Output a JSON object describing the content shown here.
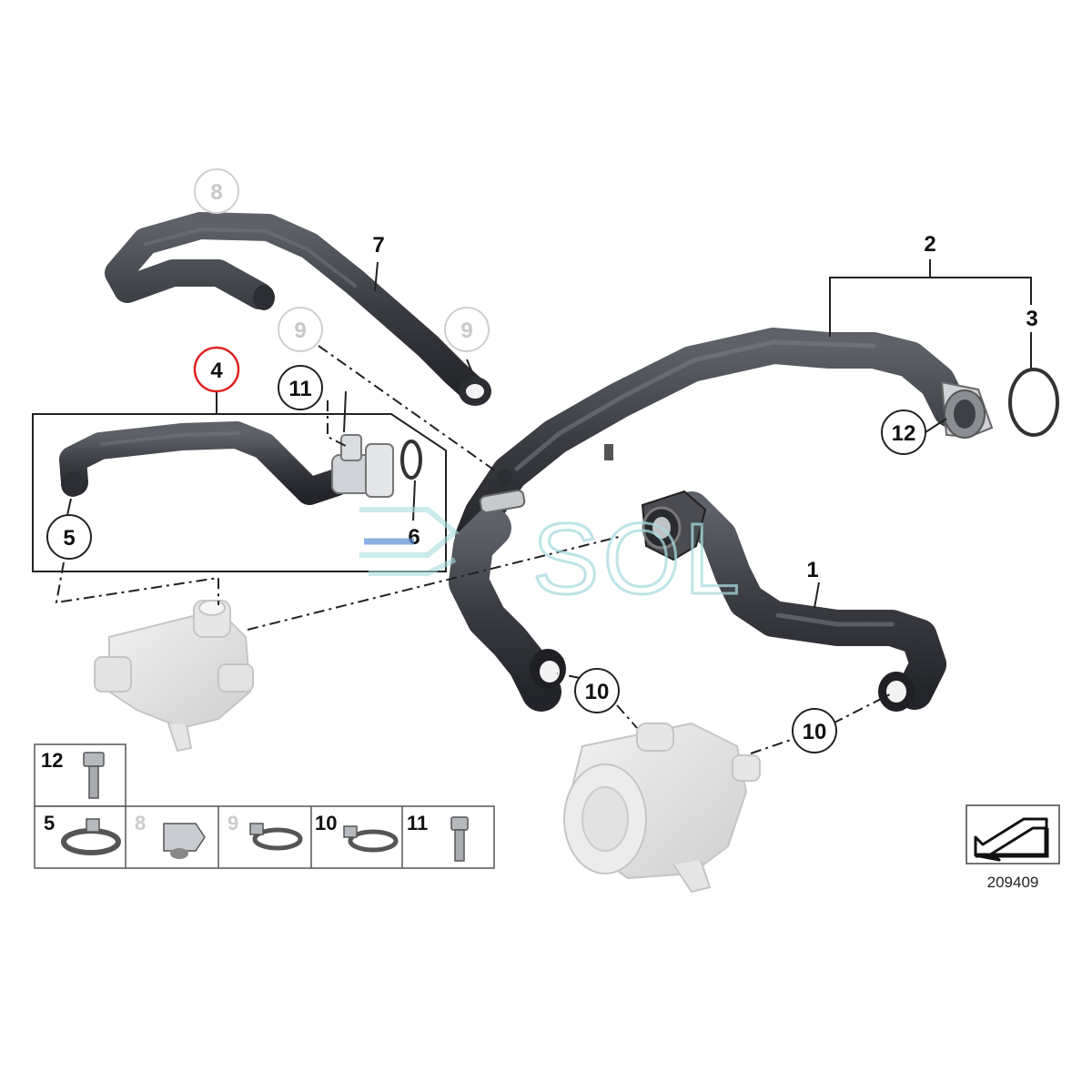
{
  "diagram": {
    "document_id": "209409",
    "watermark": "SOL",
    "colors": {
      "hose": "#3c3e44",
      "hose_highlight": "#6b6e76",
      "callout_highlight": "#e02020",
      "faded": "#c8c8c8",
      "ghost_part": "#d9d9d9",
      "watermark": "#a8dcdf"
    },
    "callouts": [
      {
        "id": "8",
        "label": "8",
        "style": "faded-circle"
      },
      {
        "id": "7",
        "label": "7",
        "style": "plain"
      },
      {
        "id": "9a",
        "label": "9",
        "style": "faded-circle"
      },
      {
        "id": "9b",
        "label": "9",
        "style": "faded-circle"
      },
      {
        "id": "2",
        "label": "2",
        "style": "plain"
      },
      {
        "id": "3",
        "label": "3",
        "style": "plain"
      },
      {
        "id": "4",
        "label": "4",
        "style": "highlighted-circle"
      },
      {
        "id": "11",
        "label": "11",
        "style": "circle"
      },
      {
        "id": "12",
        "label": "12",
        "style": "circle"
      },
      {
        "id": "5",
        "label": "5",
        "style": "circle"
      },
      {
        "id": "6",
        "label": "6",
        "style": "plain"
      },
      {
        "id": "1",
        "label": "1",
        "style": "plain"
      },
      {
        "id": "10a",
        "label": "10",
        "style": "circle"
      },
      {
        "id": "10b",
        "label": "10",
        "style": "circle"
      }
    ],
    "legend": {
      "cells": [
        {
          "label": "12",
          "part": "bolt",
          "faded": false
        },
        {
          "label": "5",
          "part": "hose-clamp",
          "faded": false
        },
        {
          "label": "8",
          "part": "clip",
          "faded": true
        },
        {
          "label": "9",
          "part": "hose-clamp",
          "faded": true
        },
        {
          "label": "10",
          "part": "hose-clamp",
          "faded": false
        },
        {
          "label": "11",
          "part": "bolt",
          "faded": false
        }
      ]
    }
  }
}
